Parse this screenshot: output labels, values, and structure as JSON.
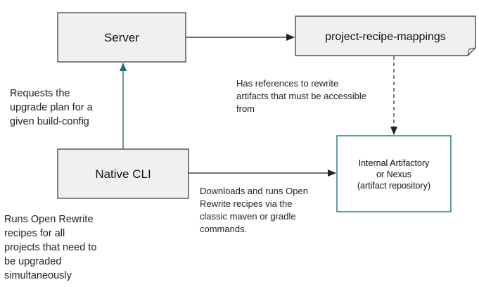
{
  "nodes": {
    "server": "Server",
    "mappings": "project-recipe-mappings",
    "cli": "Native CLI",
    "artifactory": {
      "line1": "Internal Artifactory",
      "line2": "or Nexus",
      "line3": "(artifact repository)"
    }
  },
  "notes": {
    "requests": [
      "Requests the",
      "upgrade plan for a",
      "given build-config"
    ],
    "references": [
      "Has references to rewrite",
      "artifacts that must be accessible",
      "from"
    ],
    "downloads": [
      "Downloads and runs Open",
      "Rewrite recipes via the",
      "classic maven or gradle",
      "commands."
    ],
    "runs": [
      "Runs Open Rewrite",
      "recipes for all",
      "projects that need to",
      "be upgraded",
      "simultaneously"
    ]
  },
  "colors": {
    "box_fill": "#f0f0f0",
    "box_stroke": "#333333",
    "teal": "#1f6e80",
    "arrow": "#222222"
  }
}
